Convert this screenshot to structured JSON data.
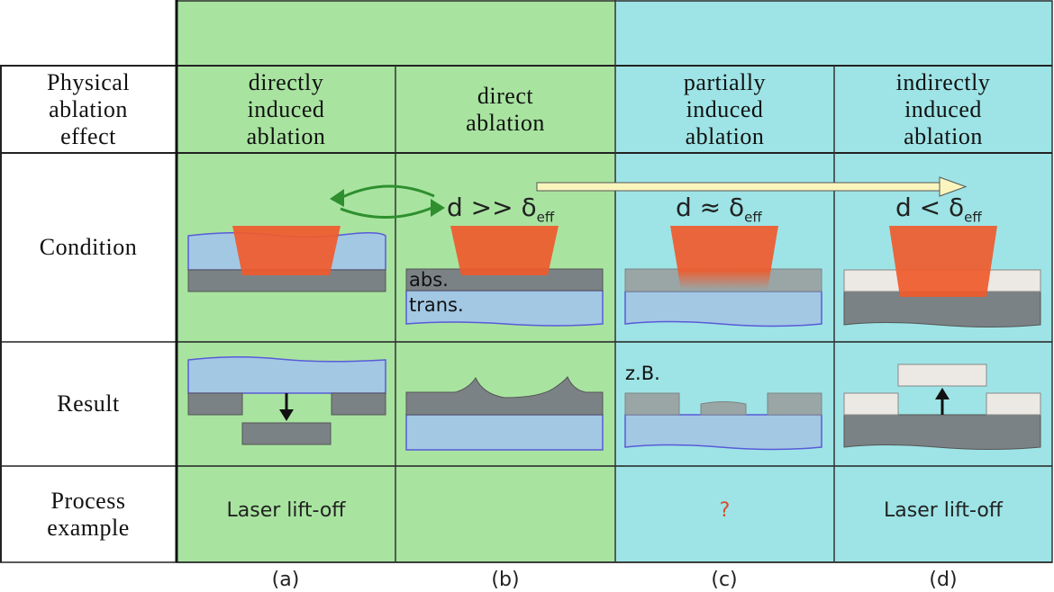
{
  "row_labels": {
    "effect": "Physical\nablation\neffect",
    "condition": "Condition",
    "result": "Result",
    "process": "Process\nexample"
  },
  "columns": [
    {
      "id": "(a)",
      "header": "directly\ninduced\nablation",
      "process": "Laser lift-off"
    },
    {
      "id": "(b)",
      "header": "direct\nablation",
      "process": ""
    },
    {
      "id": "(c)",
      "header": "partially\ninduced\nablation",
      "process": "?"
    },
    {
      "id": "(d)",
      "header": "indirectly\ninduced\nablation",
      "process": "Laser lift-off"
    }
  ],
  "conditions": {
    "b": {
      "lhs": "d >> δ",
      "sub": "eff"
    },
    "c": {
      "lhs": "d ≈ δ",
      "sub": "eff"
    },
    "d": {
      "lhs": "d < δ",
      "sub": "eff"
    }
  },
  "layer_labels": {
    "absorbing": "abs.",
    "transparent": "trans."
  },
  "result_note_c": "z.B.",
  "colors": {
    "green_bg": "#a8e4a0",
    "cyan_bg": "#9ee4e6",
    "laser": "#f05a2c",
    "substrate_blue": "#a2c8e4",
    "substrate_edge": "#5a5ad8",
    "layer_gray": "#7a8285",
    "layer_light": "#ece9e4",
    "arrow_green": "#2f8f2f",
    "arrow_cream": "#faf5bd",
    "question_red": "#d84a2a"
  }
}
